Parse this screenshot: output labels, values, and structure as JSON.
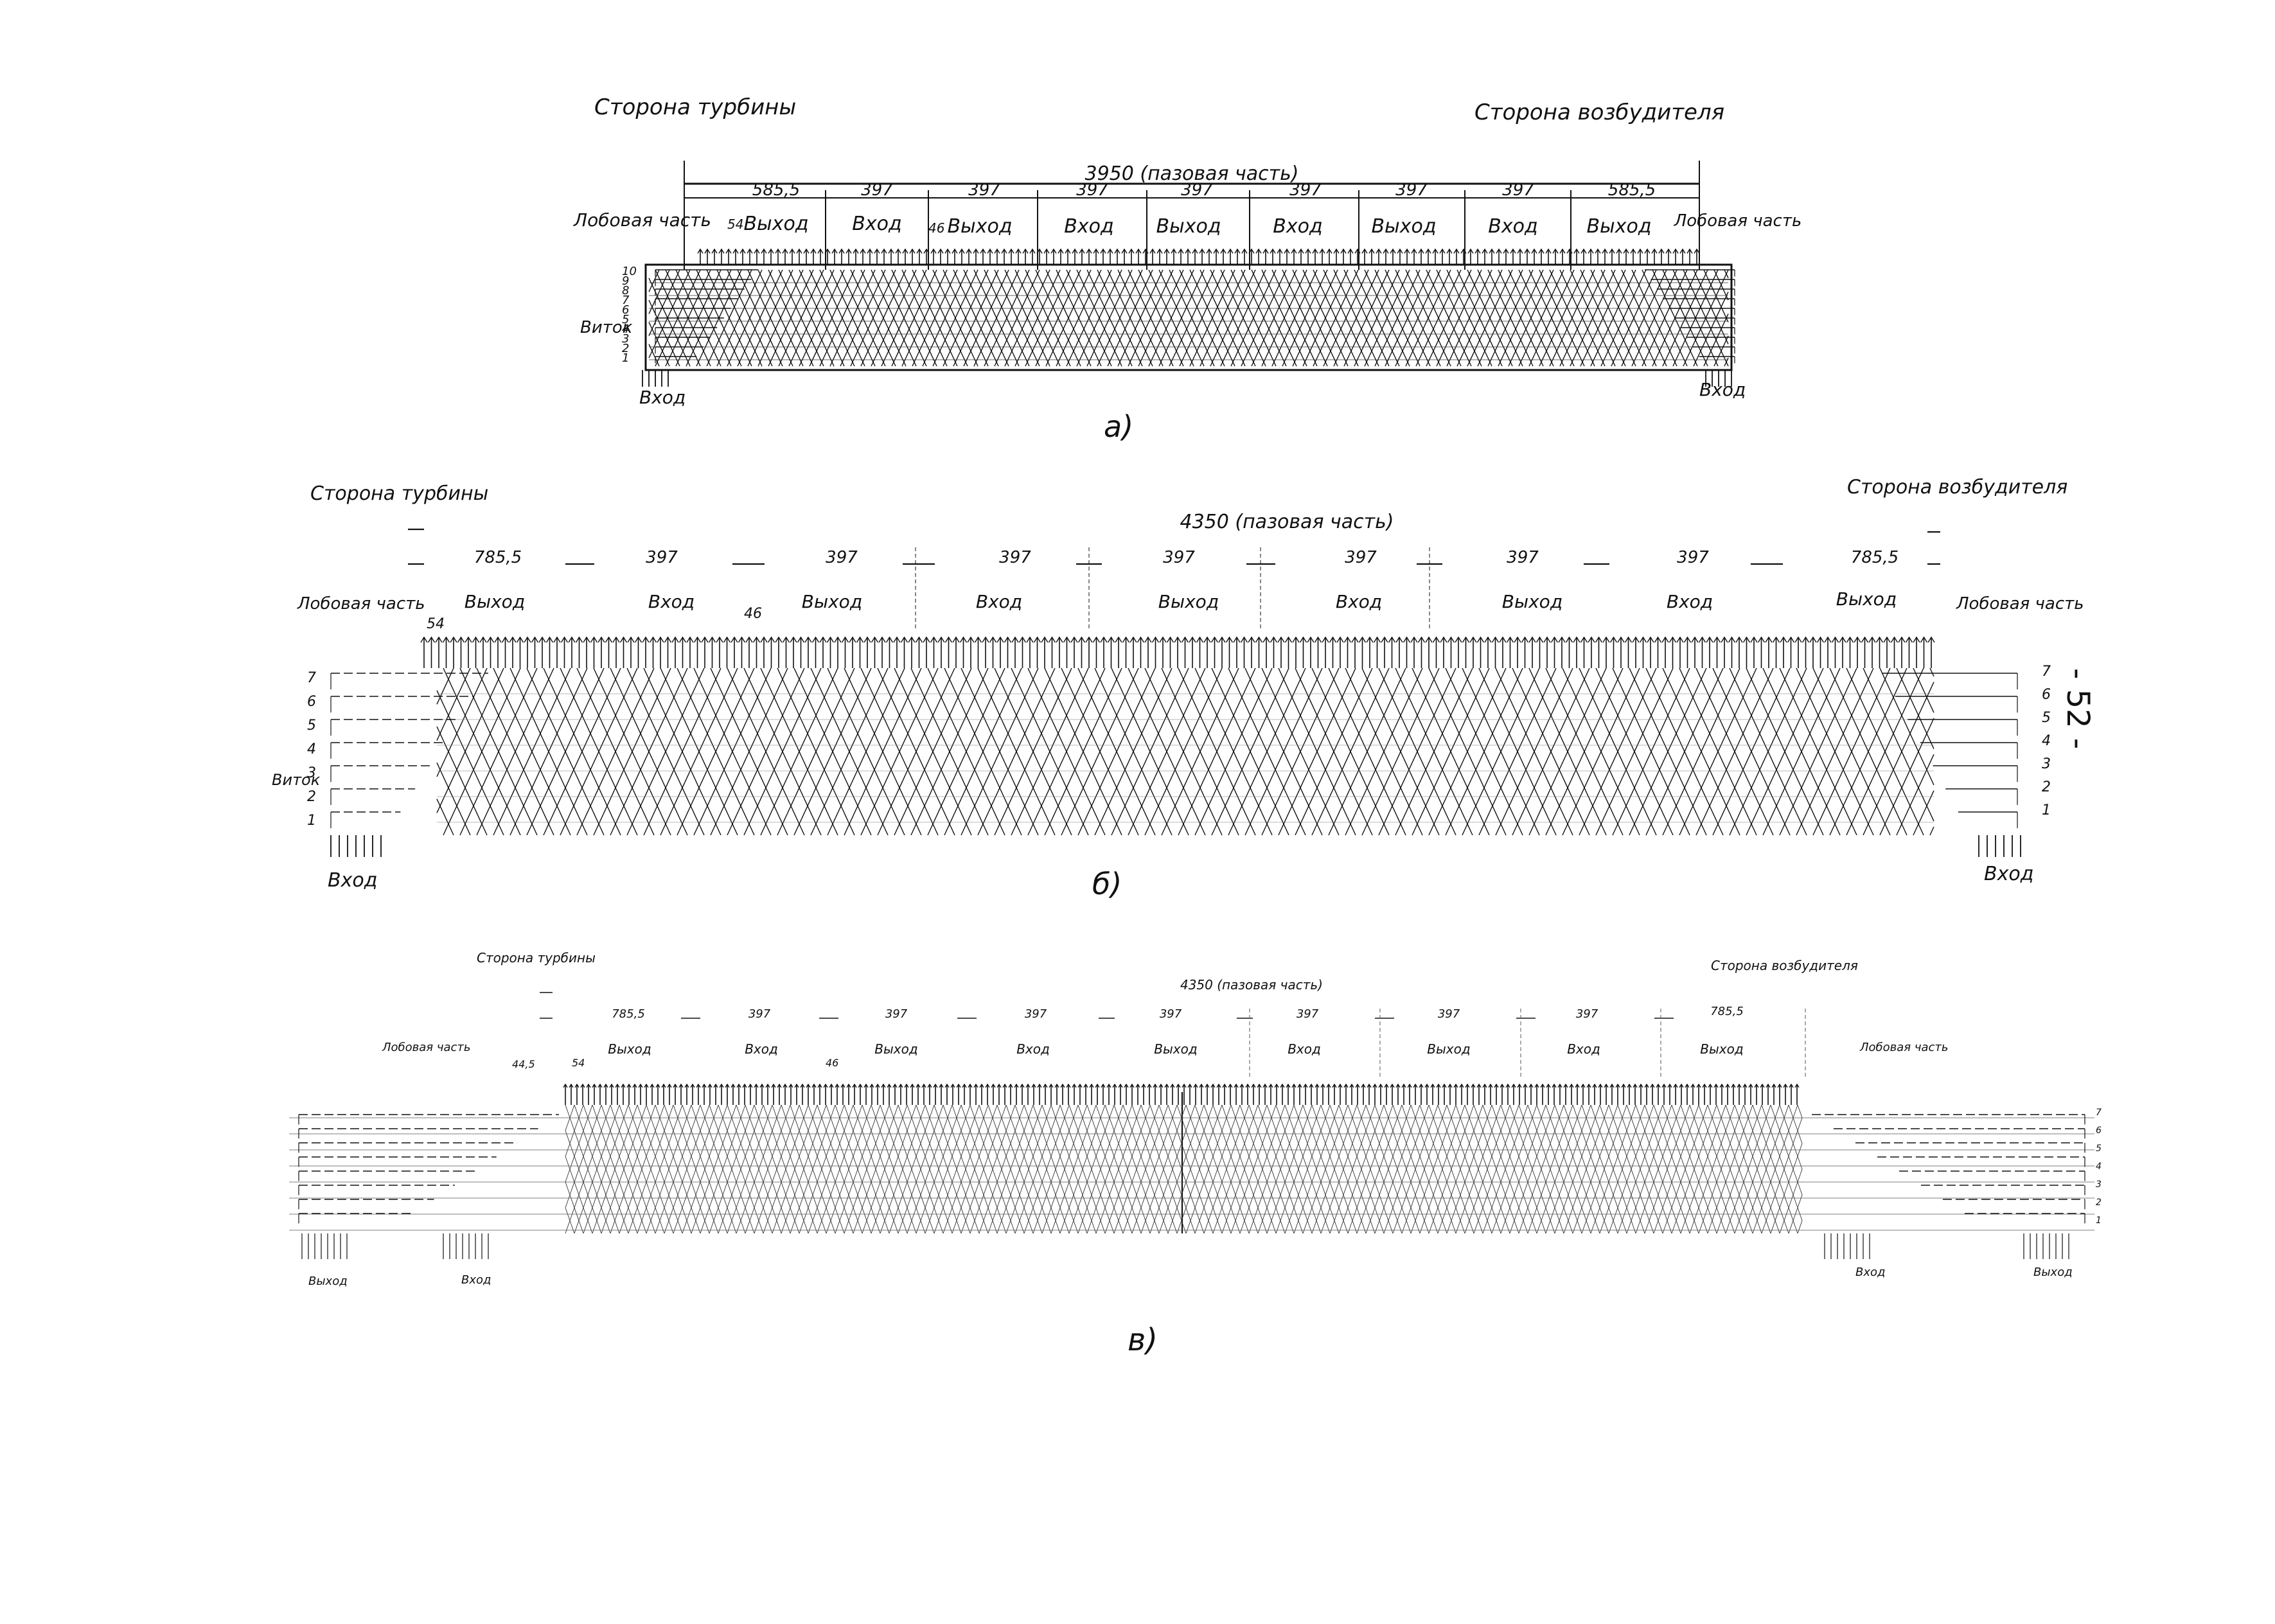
{
  "page_number": "- 52 -",
  "diagrams": [
    {
      "caption": "а)",
      "turbine_side": "Сторона турбины",
      "exciter_side": "Сторона возбудителя",
      "slot_length": "3950 (пазовая часть)",
      "dims": [
        "585,5",
        "397",
        "397",
        "397",
        "397",
        "397",
        "397",
        "397",
        "585,5"
      ],
      "flows": [
        "Выход",
        "Вход",
        "Выход",
        "Вход",
        "Выход",
        "Вход",
        "Выход",
        "Вход",
        "Выход"
      ],
      "end_left": "Лобовая часть",
      "end_right": "Лобовая часть",
      "small_dims": [
        "54",
        "46"
      ],
      "turn_label": "Виток",
      "turn_numbers": [
        "10",
        "9",
        "8",
        "7",
        "6",
        "5",
        "4",
        "3",
        "2",
        "1"
      ],
      "inlet_left": "Вход",
      "inlet_right": "Вход"
    },
    {
      "caption": "б)",
      "turbine_side": "Сторона турбины",
      "exciter_side": "Сторона возбудителя",
      "slot_length": "4350 (пазовая часть)",
      "dims": [
        "785,5",
        "397",
        "397",
        "397",
        "397",
        "397",
        "397",
        "397",
        "785,5"
      ],
      "flows": [
        "Выход",
        "Вход",
        "Выход",
        "Вход",
        "Выход",
        "Вход",
        "Выход",
        "Вход",
        "Выход"
      ],
      "end_left": "Лобовая часть",
      "end_right": "Лобовая часть",
      "small_dims": [
        "54",
        "46"
      ],
      "turn_label": "Виток",
      "turn_numbers": [
        "7",
        "6",
        "5",
        "4",
        "3",
        "2",
        "1"
      ],
      "inlet_left": "Вход",
      "inlet_right": "Вход"
    },
    {
      "caption": "в)",
      "turbine_side": "Сторона турбины",
      "exciter_side": "Сторона возбудителя",
      "slot_length": "4350 (пазовая часть)",
      "dims": [
        "785,5",
        "397",
        "397",
        "397",
        "397",
        "397",
        "397",
        "397",
        "785,5"
      ],
      "flows": [
        "Выход",
        "Вход",
        "Выход",
        "Вход",
        "Выход",
        "Вход",
        "Выход",
        "Вход",
        "Выход"
      ],
      "end_left": "Лобовая часть",
      "end_right": "Лобовая часть",
      "small_dims": [
        "44,5",
        "54",
        "46"
      ],
      "turn_numbers": [
        "7",
        "6",
        "5",
        "4",
        "3",
        "2",
        "1"
      ],
      "outlet_left": "Выход",
      "inlet_left": "Вход",
      "inlet_right": "Вход",
      "outlet_right": "Выход"
    }
  ]
}
